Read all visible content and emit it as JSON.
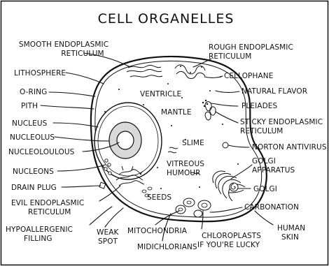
{
  "title": "CELL ORGANELLES",
  "labels": {
    "smooth_er": [
      "SMOOTH ENDOPLASMIC",
      "RETICULUM"
    ],
    "rough_er": [
      "ROUGH ENDOPLASMIC",
      "RETICULUM"
    ],
    "lithosphere": "LITHOSPHERE",
    "cellophane": "CELLOPHANE",
    "o_ring": "O-RING",
    "ventricle": "VENTRICLE",
    "natural_flavor": "NATURAL FLAVOR",
    "pith": "PITH",
    "pleiades": "PLEIADES",
    "mantle": "MANTLE",
    "nucleus": "NUCLEUS",
    "sticky_er": [
      "STICKY ENDOPLASMIC",
      "RETICULUM"
    ],
    "nucleolus": "NUCLEOLUS",
    "slime": "SLIME",
    "norton": "NORTON ANTIVIRUS",
    "nucleoloulous": "NUCLEOLOULOUS",
    "golgi_apparatus": [
      "GOLGI",
      "APPARATUS"
    ],
    "nucleons": "NUCLEONS",
    "vitreous_humour": [
      "VITREOUS",
      "HUMOUR"
    ],
    "drain_plug": "DRAIN PLUG",
    "golgi": "GOLGI",
    "evil_er": [
      "EVIL ENDOPLASMIC",
      "RETICULUM"
    ],
    "seeds": "SEEDS",
    "carbonation": "CARBONATION",
    "hypoallergenic": [
      "HYPOALLERGENIC",
      "FILLING"
    ],
    "weak_spot": [
      "WEAK",
      "SPOT"
    ],
    "mitochondria": "MITOCHONDRIA",
    "human_skin": [
      "HUMAN",
      "SKIN"
    ],
    "midichlorians": "MIDICHLORIANS",
    "chloroplasts": [
      "CHLOROPLASTS",
      "IF YOU'RE LUCKY"
    ]
  },
  "colors": {
    "cytoplasm": "#d9d9d9",
    "ink": "#111111",
    "nucleus_fill": "#ffffff"
  }
}
